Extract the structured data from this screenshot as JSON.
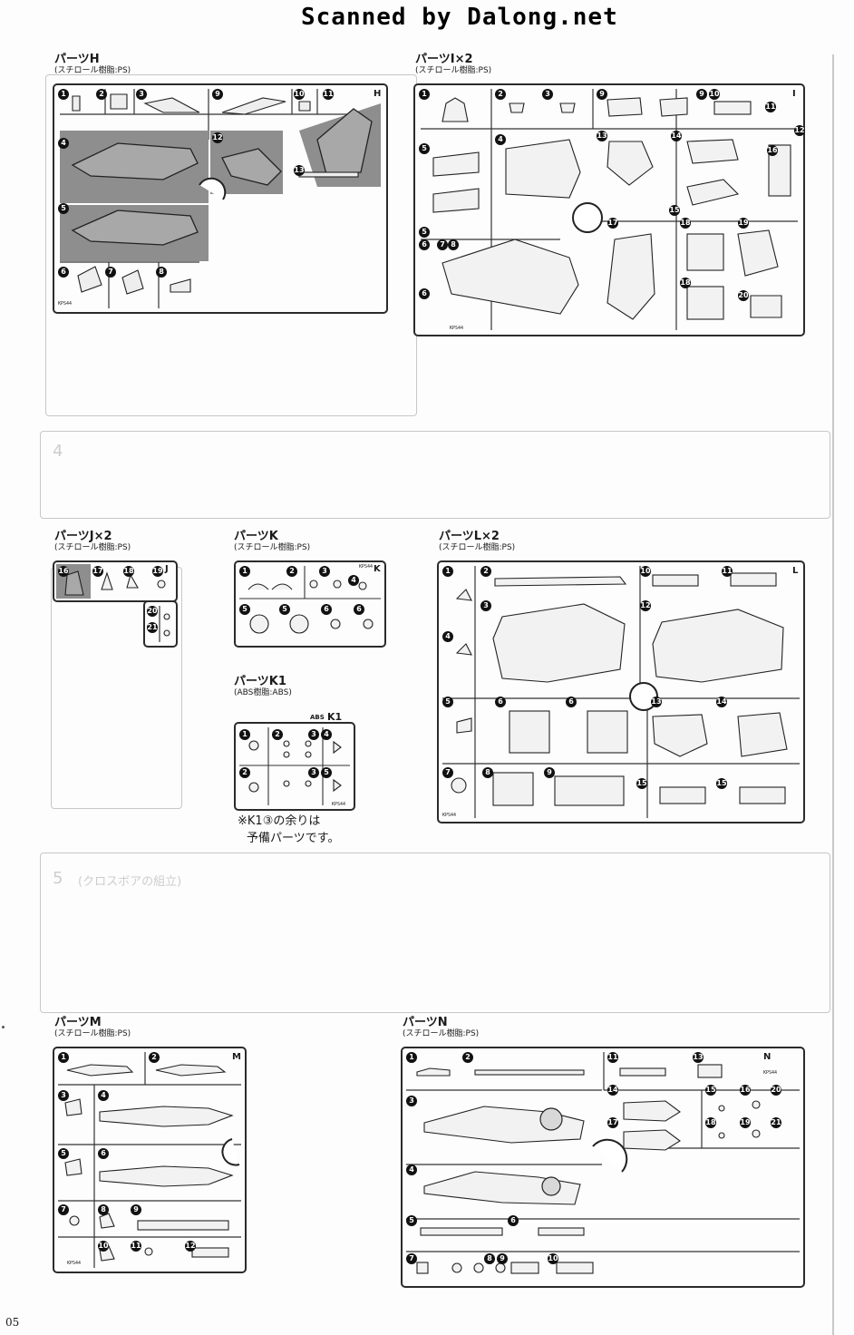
{
  "watermark": "Scanned by Dalong.net",
  "page_number": "05",
  "note": {
    "line1": "※K1③の余りは",
    "line2": "予備パーツです。"
  },
  "background_text": {
    "step4_label": "4",
    "step5_label": "5",
    "step5_title": "(クロスボアの組立)"
  },
  "panels": {
    "H": {
      "title": "パーツH",
      "material": "(スチロール樹脂:PS)",
      "tag": "H",
      "code": "KPS44",
      "numbers": [
        "1",
        "2",
        "3",
        "9",
        "10",
        "11",
        "4",
        "12",
        "13",
        "5",
        "6",
        "7",
        "8"
      ]
    },
    "I": {
      "title": "パーツI×2",
      "material": "(スチロール樹脂:PS)",
      "tag": "I",
      "code": "KPS44",
      "numbers": [
        "1",
        "2",
        "3",
        "9",
        "9",
        "10",
        "11",
        "12",
        "5",
        "4",
        "13",
        "14",
        "16",
        "15",
        "5",
        "17",
        "18",
        "19",
        "6",
        "8",
        "7",
        "18",
        "20",
        "6"
      ]
    },
    "J": {
      "title": "パーツJ×2",
      "material": "(スチロール樹脂:PS)",
      "tag": "J",
      "numbers": [
        "16",
        "17",
        "18",
        "19",
        "20",
        "21"
      ]
    },
    "K": {
      "title": "パーツK",
      "material": "(スチロール樹脂:PS)",
      "tag": "K",
      "code": "KPS44",
      "numbers": [
        "1",
        "2",
        "3",
        "4",
        "5",
        "5",
        "6",
        "6"
      ]
    },
    "K1": {
      "title": "パーツK1",
      "material": "(ABS樹脂:ABS)",
      "tag": "K1",
      "abs": "ABS",
      "code": "KPS44",
      "numbers": [
        "1",
        "2",
        "3",
        "4",
        "2",
        "3",
        "5"
      ]
    },
    "L": {
      "title": "パーツL×2",
      "material": "(スチロール樹脂:PS)",
      "tag": "L",
      "code": "KPS44",
      "numbers": [
        "1",
        "2",
        "10",
        "11",
        "3",
        "12",
        "4",
        "5",
        "6",
        "6",
        "13",
        "14",
        "7",
        "8",
        "9",
        "15",
        "15"
      ]
    },
    "M": {
      "title": "パーツM",
      "material": "(スチロール樹脂:PS)",
      "tag": "M",
      "code": "KPS44",
      "numbers": [
        "1",
        "2",
        "3",
        "4",
        "5",
        "6",
        "7",
        "8",
        "9",
        "10",
        "11",
        "12"
      ]
    },
    "N": {
      "title": "パーツN",
      "material": "(スチロール樹脂:PS)",
      "tag": "N",
      "code": "KPS44",
      "numbers": [
        "1",
        "2",
        "11",
        "13",
        "14",
        "15",
        "16",
        "20",
        "3",
        "17",
        "18",
        "19",
        "21",
        "4",
        "5",
        "6",
        "7",
        "8",
        "9",
        "10"
      ]
    }
  }
}
